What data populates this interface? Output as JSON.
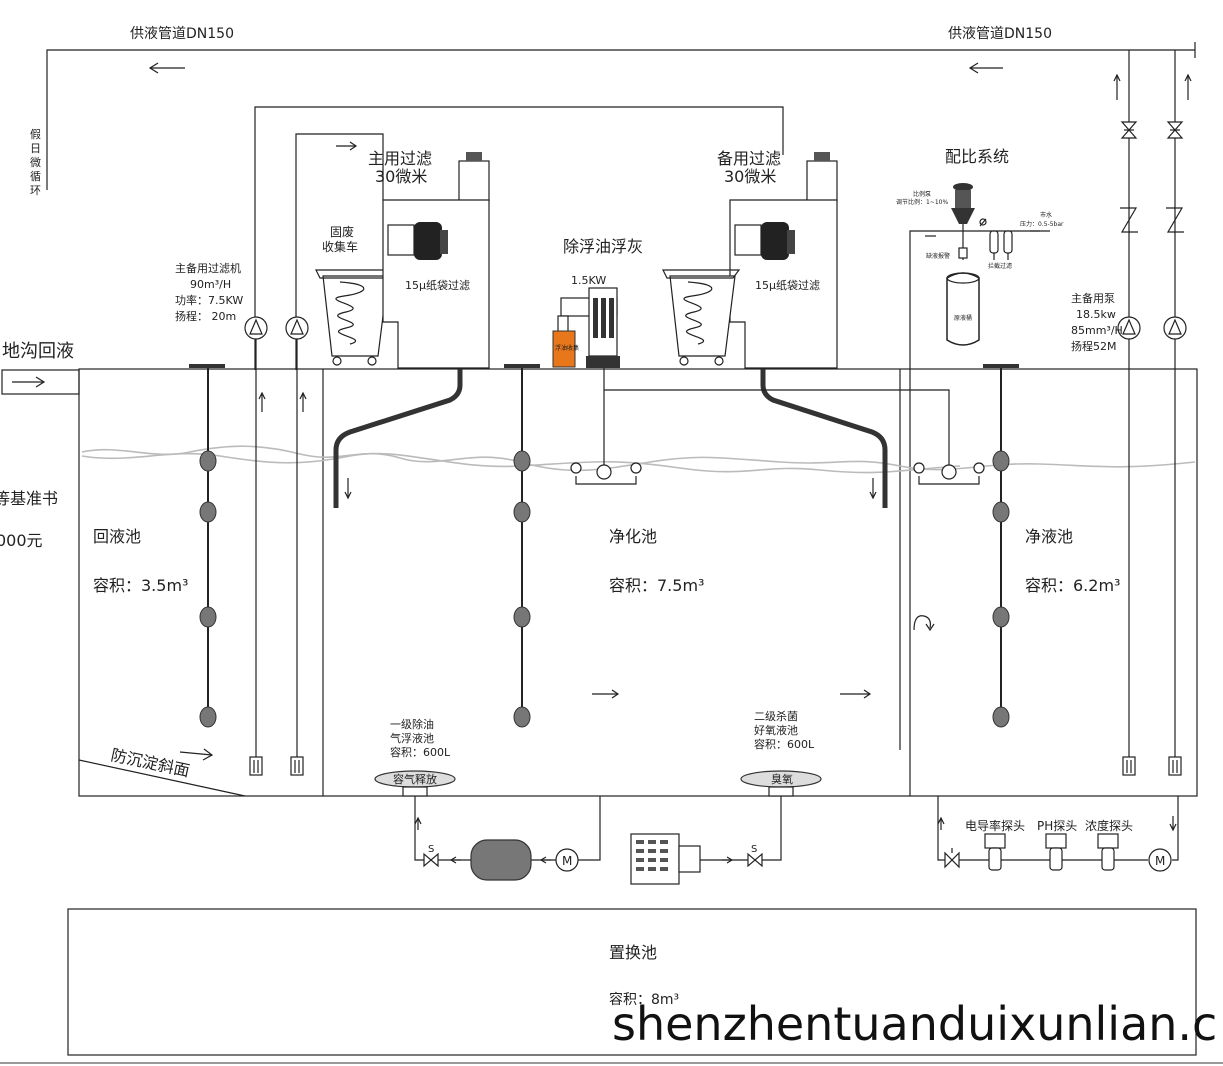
{
  "supply_pipe_left": "供液管道DN150",
  "supply_pipe_right": "供液管道DN150",
  "holiday_circulation": "假日微循环",
  "main_filter": {
    "line1": "主用过滤",
    "line2": "30微米",
    "bag_label": "15μ纸袋过滤"
  },
  "backup_filter": {
    "line1": "备用过滤",
    "line2": "30微米",
    "bag_label": "15μ纸袋过滤"
  },
  "solid_waste_cart": {
    "line1": "固废",
    "line2": "收集车"
  },
  "skimmer": {
    "title": "除浮油浮灰",
    "power": "1.5KW",
    "tank_label": "浮油收集"
  },
  "ratio_system": {
    "title": "配比系统",
    "pump_line1": "比例泵",
    "pump_line2": "调节比例：1~10%",
    "tap_water": "市水",
    "pressure": "压力：0.5-5bar",
    "low_alarm": "缺液报警",
    "intercept_filter": "拦截过滤",
    "raw_drum": "原液桶"
  },
  "filter_pump": {
    "line1": "主备用过滤机",
    "line2": "90m³/H",
    "line3": "功率：7.5KW",
    "line4": "扬程：  20m"
  },
  "main_pump": {
    "line1": "主备用泵",
    "line2": "18.5kw",
    "line3": "85mm³/H",
    "line4": "扬程52M"
  },
  "trench_return": "地沟回液",
  "return_pool": {
    "name": "回液池",
    "volume": "容积：3.5m³"
  },
  "purify_pool": {
    "name": "净化池",
    "volume": "容积：7.5m³"
  },
  "clean_pool": {
    "name": "净液池",
    "volume": "容积：6.2m³"
  },
  "cut_text": {
    "line1": "等基准书",
    "line2": "000元"
  },
  "anti_settle": "防沉淀斜面",
  "stage1": {
    "line1": "一级除油",
    "line2": "气浮液池",
    "line3": "容积：600L"
  },
  "stage2": {
    "line1": "二级杀菌",
    "line2": "好氧液池",
    "line3": "容积：600L"
  },
  "dissolved_air": "容气释放",
  "ozone": "臭氧",
  "probes": {
    "conductivity": "电导率探头",
    "ph": "PH探头",
    "concentration": "浓度探头"
  },
  "motor_label": "M",
  "valve_label": "S",
  "replacement_pool": {
    "name": "置换池",
    "volume": "容积：8m³"
  },
  "watermark": "shenzhentuanduixunlian.c"
}
